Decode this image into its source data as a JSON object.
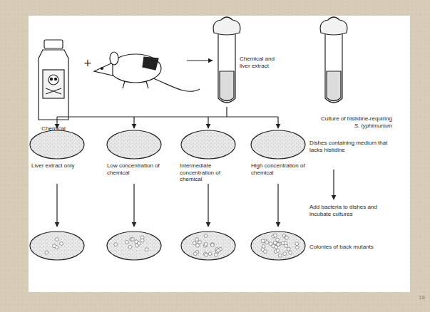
{
  "diagram": {
    "labels": [
      "Chemical",
      "Chemical and liver extract",
      "Culture of histidine-requiring",
      "S. typhimurium",
      "Liver extract only",
      "Low concentration of chemical",
      "Intermediate concentration of chemical",
      "High concentration of chemical",
      "Dishes containing medium that lacks histidine",
      "Add bacteria to dishes and incubate cultures",
      "Colonies of back mutants",
      "18"
    ]
  }
}
